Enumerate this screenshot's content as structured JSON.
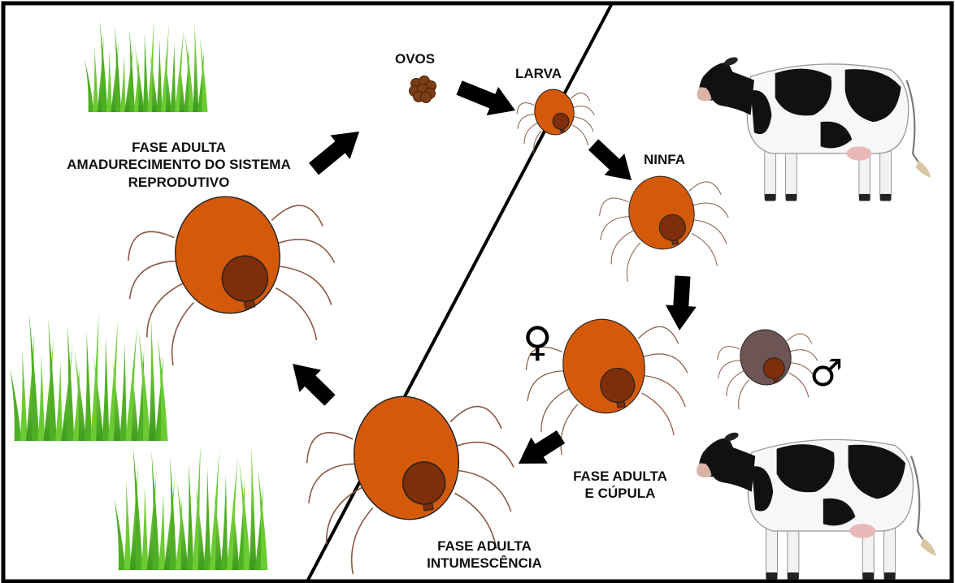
{
  "labels": {
    "ovos": "OVOS",
    "larva": "LARVA",
    "ninfa": "NINFA",
    "fase_adulta_amad_1": "FASE ADULTA",
    "fase_adulta_amad_2": "AMADURECIMENTO DO SISTEMA",
    "fase_adulta_amad_3": "REPRODUTIVO",
    "fase_adulta_cupula_1": "FASE ADULTA",
    "fase_adulta_cupula_2": "E CÚPULA",
    "fase_adulta_intum_1": "FASE ADULTA",
    "fase_adulta_intum_2": "INTUMESCÊNCIA"
  },
  "symbols": {
    "female": "♀",
    "male": "♂"
  },
  "colors": {
    "tick_body": "#D45A0A",
    "tick_head": "#7E2E0A",
    "male_body": "#6E5555",
    "legs": "#8B5A45",
    "egg": "#7A3F14",
    "grass": "#5DBE2C",
    "arrow": "#000000",
    "frame": "#000000"
  }
}
